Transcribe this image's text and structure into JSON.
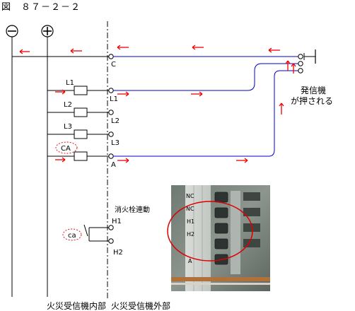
{
  "figure": {
    "title": "図　８７－２－２"
  },
  "terminals": {
    "minus": "⊖",
    "plus": "⊕"
  },
  "receiver": {
    "labels": {
      "c": "C",
      "l1": "L1",
      "l2": "L2",
      "l3": "L3",
      "a": "A"
    },
    "coil_labels": {
      "l1": "L1",
      "l2": "L2",
      "l3": "L3",
      "ca": "CA"
    }
  },
  "hydrant": {
    "title": "消火栓連動",
    "h1": "H1",
    "h2": "H2",
    "contact": "ca"
  },
  "button": {
    "line1": "発信機",
    "line2": "が押される"
  },
  "footer": {
    "inside": "火災受信機内部",
    "outside": "火災受信機外部"
  },
  "photo": {
    "panel_labels": [
      "NC",
      "NC",
      "H1",
      "H2",
      "A"
    ]
  },
  "colors": {
    "wire": "#0000cc",
    "arrow": "#ee0000",
    "circle": "#dd0000"
  }
}
